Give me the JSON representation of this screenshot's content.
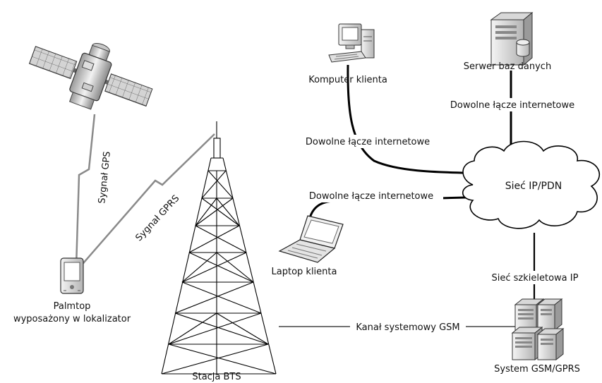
{
  "labels": {
    "client_pc": "Komputer klienta",
    "db_server": "Serwer baz danych",
    "link_server": "Dowolne łącze internetowe",
    "link_pc": "Dowolne łącze internetowe",
    "link_laptop": "Dowolne łącze internetowe",
    "cloud": "Sieć IP/PDN",
    "laptop": "Laptop klienta",
    "backbone": "Sieć szkieletowa IP",
    "gsm_channel": "Kanał systemowy GSM",
    "gsm_system": "System GSM/GPRS",
    "bts": "Stacja BTS",
    "palmtop_line1": "Palmtop",
    "palmtop_line2": "wyposażony w lokalizator",
    "gps_signal": "Sygnał GPS",
    "gprs_signal": "Sygnał GPRS"
  }
}
